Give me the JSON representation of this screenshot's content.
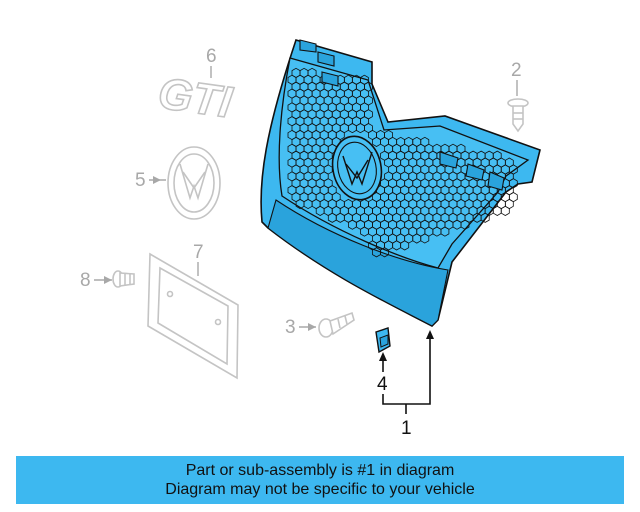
{
  "diagram": {
    "callouts": {
      "c1": "1",
      "c2": "2",
      "c3": "3",
      "c4": "4",
      "c5": "5",
      "c6": "6",
      "c7": "7",
      "c8": "8"
    },
    "badge_text": "GTI",
    "highlight_color": "#3db8f0",
    "ghost_color": "#c4c4c4"
  },
  "banner": {
    "line1": "Part or sub-assembly is #1 in diagram",
    "line2": "Diagram may not be specific to your vehicle",
    "background_color": "#3db8f0"
  }
}
